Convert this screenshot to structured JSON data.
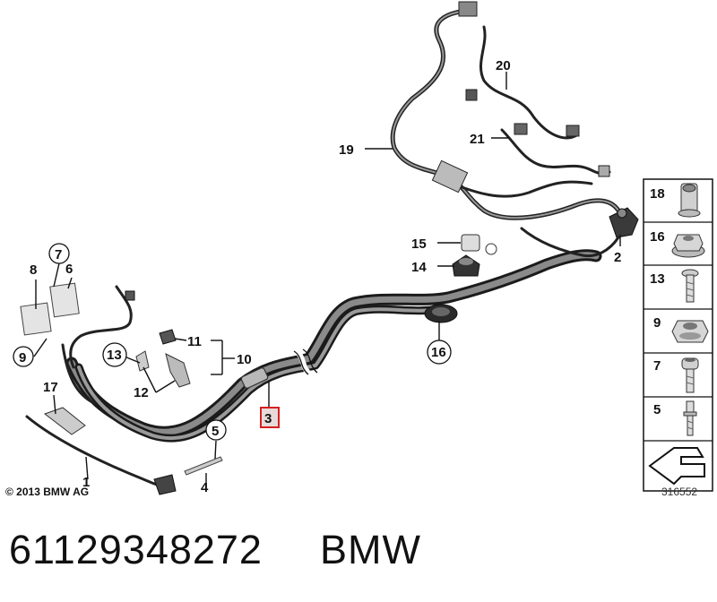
{
  "diagram": {
    "copyright": "© 2013 BMW AG",
    "image_number": "316552",
    "callouts": {
      "c1": "1",
      "c2": "2",
      "c3": "3",
      "c4": "4",
      "c5": "5",
      "c6": "6",
      "c7": "7",
      "c8": "8",
      "c9": "9",
      "c10": "10",
      "c11": "11",
      "c12": "12",
      "c13": "13",
      "c14": "14",
      "c15": "15",
      "c16": "16",
      "c17": "17",
      "c19": "19",
      "c20": "20",
      "c21": "21"
    },
    "legend": [
      "18",
      "16",
      "13",
      "9",
      "7",
      "5"
    ],
    "highlight_color": "#d62020"
  },
  "footer": {
    "part_number": "61129348272",
    "brand": "BMW"
  }
}
